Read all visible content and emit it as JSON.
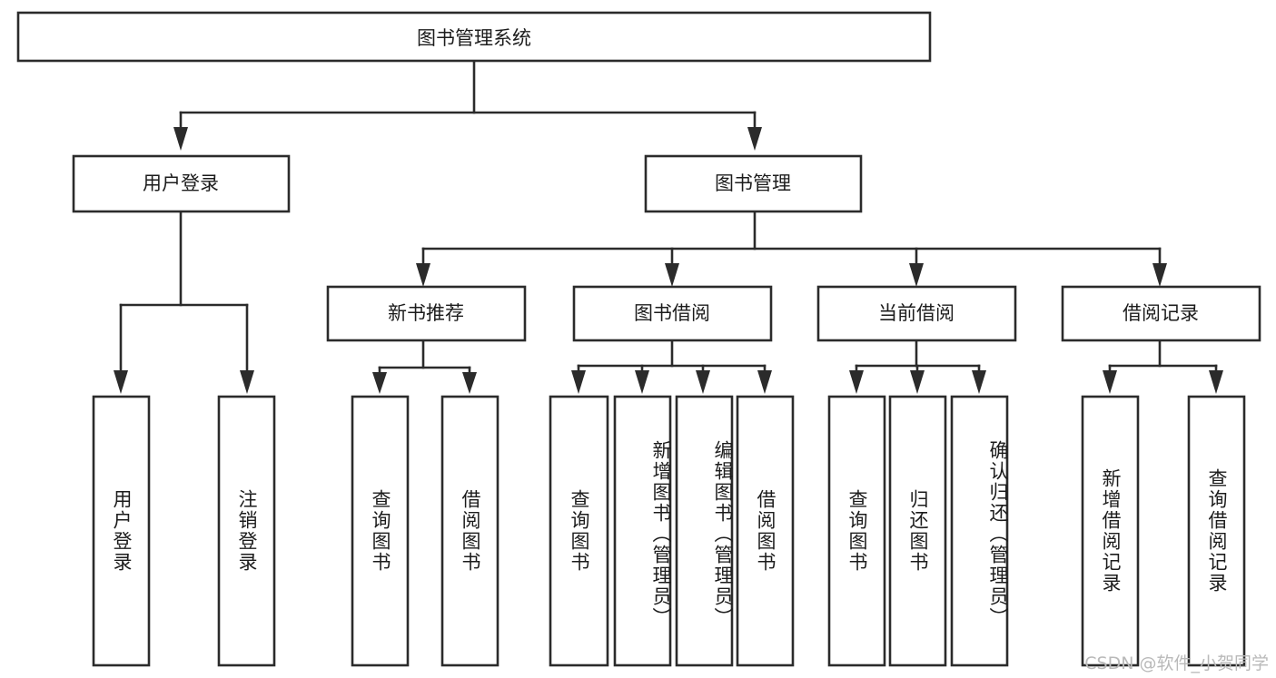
{
  "diagram": {
    "title": "图书管理系统",
    "watermark": "CSDN @软件_小贺同学",
    "type": "tree",
    "colors": {
      "box_fill": "#ffffff",
      "box_stroke": "#2b2b2b",
      "text": "#1c1c1c",
      "watermark": "#b9b9b9",
      "background": "#ffffff"
    },
    "root": {
      "label": "图书管理系统"
    },
    "level2": [
      {
        "label": "用户登录"
      },
      {
        "label": "图书管理"
      }
    ],
    "level3": [
      {
        "label": "新书推荐"
      },
      {
        "label": "图书借阅"
      },
      {
        "label": "当前借阅"
      },
      {
        "label": "借阅记录"
      }
    ],
    "leaves": {
      "user_login": [
        {
          "label": "用户登录"
        },
        {
          "label": "注销登录"
        }
      ],
      "new_book_recommend": [
        {
          "label": "查询图书"
        },
        {
          "label": "借阅图书"
        }
      ],
      "book_borrow": [
        {
          "label": "查询图书"
        },
        {
          "label": "新增图书（管理员）"
        },
        {
          "label": "编辑图书（管理员）"
        },
        {
          "label": "借阅图书"
        }
      ],
      "current_borrow": [
        {
          "label": "查询图书"
        },
        {
          "label": "归还图书"
        },
        {
          "label": "确认归还（管理员）"
        }
      ],
      "borrow_record": [
        {
          "label": "新增借阅记录"
        },
        {
          "label": "查询借阅记录"
        }
      ]
    }
  }
}
